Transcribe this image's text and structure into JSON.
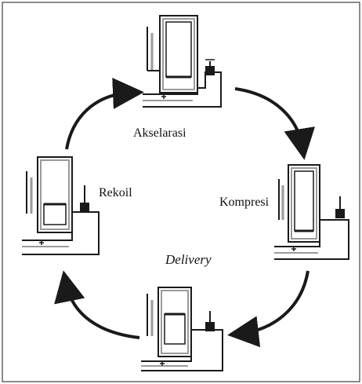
{
  "colors": {
    "line": "#1a1a1a",
    "cylinder": "#9a9a9a",
    "background": "#ffffff"
  },
  "labels": {
    "akselerasi": "Akselarasi",
    "kompresi": "Kompresi",
    "delivery": "Delivery",
    "rekoil": "Rekoil"
  },
  "stages": [
    {
      "name": "akselerasi",
      "position": "top"
    },
    {
      "name": "kompresi",
      "position": "right"
    },
    {
      "name": "delivery",
      "position": "bottom"
    },
    {
      "name": "rekoil",
      "position": "left"
    }
  ],
  "arrows": [
    {
      "from": "rekoil",
      "to": "akselerasi"
    },
    {
      "from": "akselerasi",
      "to": "kompresi"
    },
    {
      "from": "kompresi",
      "to": "delivery"
    },
    {
      "from": "delivery",
      "to": "rekoil"
    }
  ]
}
